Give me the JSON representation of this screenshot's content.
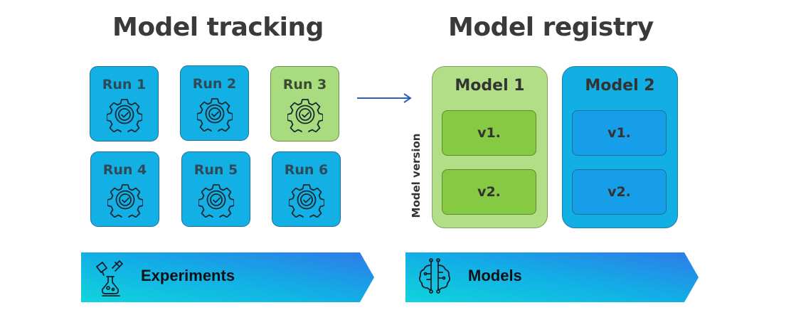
{
  "sections": {
    "tracking_title": "Model tracking",
    "registry_title": "Model registry"
  },
  "runs": [
    {
      "label": "Run 1",
      "selected": false
    },
    {
      "label": "Run 2",
      "selected": false
    },
    {
      "label": "Run 3",
      "selected": true
    },
    {
      "label": "Run 4",
      "selected": false
    },
    {
      "label": "Run 5",
      "selected": false
    },
    {
      "label": "Run 6",
      "selected": false
    }
  ],
  "registry": {
    "axis_label": "Model version",
    "models": [
      {
        "label": "Model 1",
        "versions": [
          "v1.",
          "v2."
        ],
        "selected": true
      },
      {
        "label": "Model 2",
        "versions": [
          "v1.",
          "v2."
        ],
        "selected": false
      }
    ]
  },
  "banners": {
    "experiments": {
      "label": "Experiments",
      "icon": "lab-flask-icon"
    },
    "models": {
      "label": "Models",
      "icon": "ai-brain-circuit-icon"
    }
  },
  "colors": {
    "run_blue": "#13b0e6",
    "run_green": "#a9dc7e",
    "version_green": "#86c942",
    "version_blue": "#179ee8",
    "arrow": "#2b5fc4",
    "banner_start": "#10d4dc",
    "banner_end": "#2f7ae8"
  }
}
